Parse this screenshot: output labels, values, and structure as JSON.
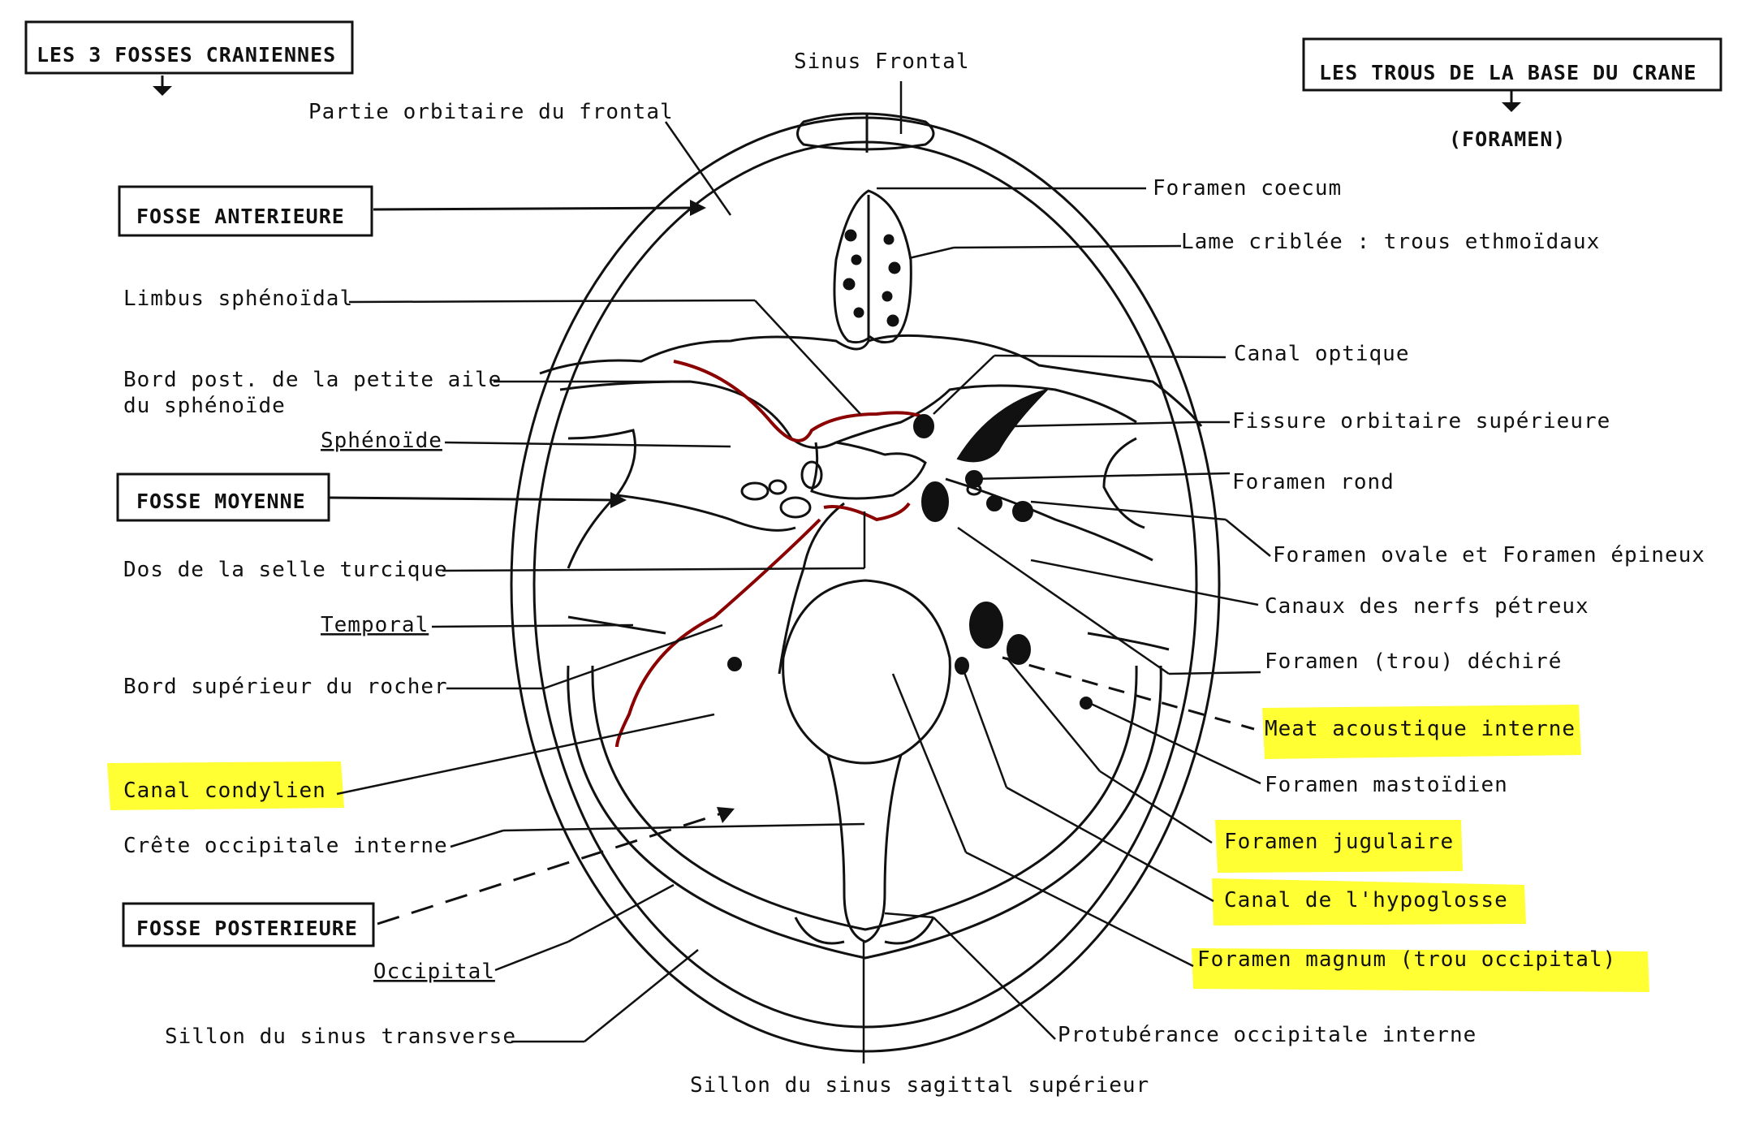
{
  "colors": {
    "ink": "#111111",
    "highlight": "#ffff33",
    "red_line": "#8b0000"
  },
  "boxes": {
    "fosses_title": "LES 3 FOSSES CRANIENNES",
    "trous_title": "LES TROUS DE LA BASE DU CRANE",
    "foramen_sub": "(FORAMEN)",
    "fosse_anterieure": "FOSSE  ANTERIEURE",
    "fosse_moyenne": "FOSSE MOYENNE",
    "fosse_posterieure": "FOSSE POSTERIEURE"
  },
  "labels_left": {
    "sinus_frontal": "Sinus Frontal",
    "partie_orbitaire": "Partie orbitaire du frontal",
    "limbus": "Limbus sphénoïdal",
    "bord_post_1": "Bord post. de la petite aile",
    "bord_post_2": "du sphénoïde",
    "sphenoide": "Sphénoïde",
    "dos_selle": "Dos de la selle turcique",
    "temporal": "Temporal",
    "bord_sup_rocher": "Bord supérieur du rocher",
    "canal_condylien": "Canal  condylien",
    "crete_occipitale": "Crête occipitale interne",
    "occipital": "Occipital",
    "sillon_transverse": "Sillon du sinus transverse",
    "sillon_sagittal": "Sillon du sinus sagittal supérieur"
  },
  "labels_right": {
    "foramen_coecum": "Foramen coecum",
    "lame_criblee": "Lame criblée : trous ethmoïdaux",
    "canal_optique": "Canal optique",
    "fissure_orbitaire": "Fissure orbitaire supérieure",
    "foramen_rond": "Foramen rond",
    "foramen_ovale": "Foramen ovale et Foramen épineux",
    "canaux_petreux": "Canaux des nerfs pétreux",
    "foramen_dechire": "Foramen (trou) déchiré",
    "meat_acoustique": "Meat acoustique interne",
    "foramen_mastoidien": "Foramen mastoïdien",
    "foramen_jugulaire": "Foramen jugulaire",
    "canal_hypoglosse": "Canal de l'hypoglosse",
    "foramen_magnum": "Foramen magnum (trou occipital)",
    "protuberance": "Protubérance occipitale interne"
  }
}
